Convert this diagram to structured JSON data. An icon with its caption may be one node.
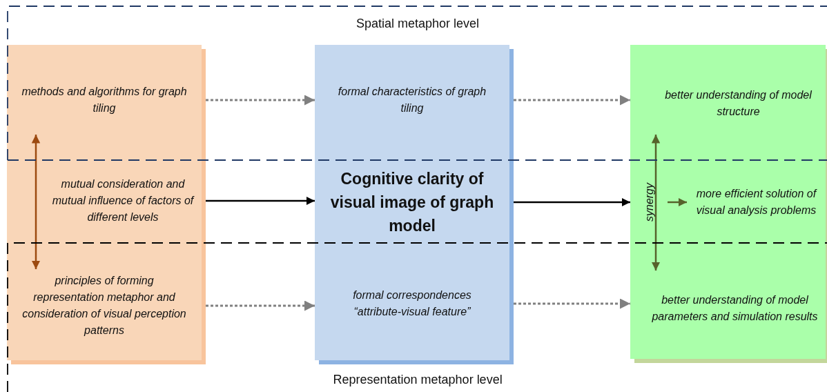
{
  "diagram": {
    "nodes": [
      {
        "text": [],
        "shape": "box"
      },
      {
        "text": [
          "methods and algorithms for graph tiling"
        ],
        "in": 0
      },
      {
        "text": [
          "mutual consideration and mutual influence of factors of different levels"
        ],
        "in": 0
      },
      {
        "text": [
          "principles of forming representation metaphor and consideration of visual perception patterns"
        ],
        "in": 0
      },
      {
        "text": [],
        "shape": "box"
      },
      {
        "text": [
          "formal characteristics of graph tiling"
        ],
        "in": 4
      },
      {
        "text": [
          "Cognitive clarity of visual image of graph model"
        ],
        "in": 4
      },
      {
        "text": [
          "formal correspondences “attribute-visual feature”"
        ],
        "in": 4
      },
      {
        "text": [],
        "shape": "box"
      },
      {
        "text": [
          "better understanding of model structure"
        ],
        "in": 8
      },
      {
        "text": [
          "synergy"
        ],
        "in": 8
      },
      {
        "text": [
          "more efficient solution of visual analysis problems"
        ],
        "in": 8
      },
      {
        "text": [
          "better understanding of model parameters and simulation results"
        ],
        "in": 8
      }
    ],
    "edges": [
      {
        "from": 1,
        "to": 5,
        "arrow": "to",
        "style": "dashed"
      },
      {
        "from": 5,
        "to": 9,
        "arrow": "to",
        "style": "dashed"
      },
      {
        "from": 3,
        "to": 7,
        "arrow": "to",
        "style": "dashed"
      },
      {
        "from": 7,
        "to": 12,
        "arrow": "to",
        "style": "dashed"
      },
      {
        "from": 2,
        "to": 6,
        "arrow": "to",
        "color": "#000000"
      },
      {
        "from": 6,
        "to": 8,
        "arrow": "to",
        "color": "#000000"
      },
      {
        "from": 1,
        "to": 3,
        "arrow": "both",
        "color": "#9c4a10"
      },
      {
        "from": 9,
        "to": 12,
        "arrow": "both",
        "color": "#56632b"
      },
      {
        "from": 10,
        "to": 11,
        "arrow": "to",
        "color": "#56632b"
      }
    ],
    "labels": [
      "Spatial metaphor level",
      "Representation metaphor level"
    ]
  }
}
